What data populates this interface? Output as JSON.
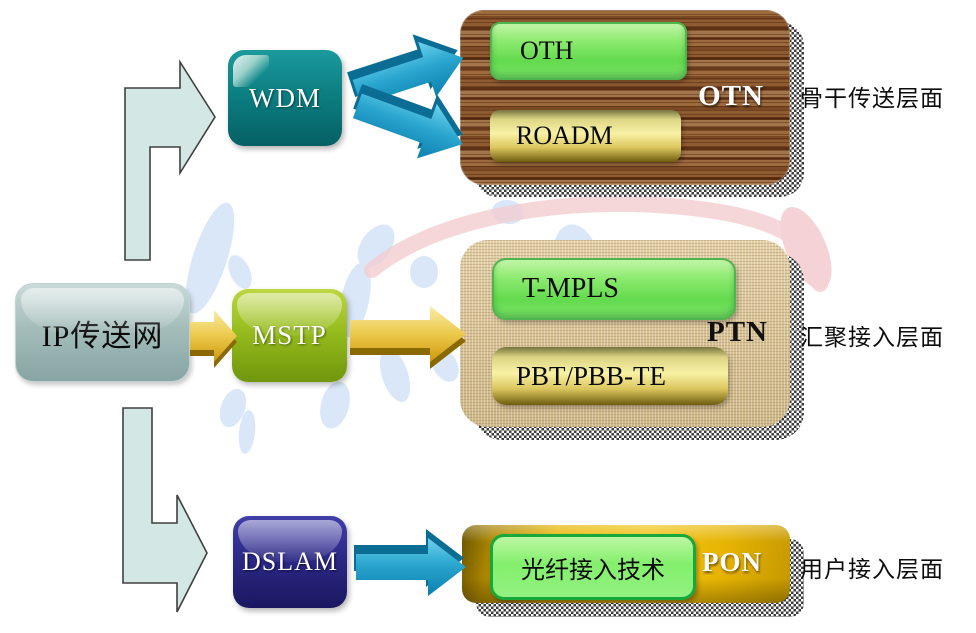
{
  "diagram": {
    "source_label": "IP传送网",
    "layers": [
      {
        "node": "WDM",
        "panel_tag": "OTN",
        "items": [
          "OTH",
          "ROADM"
        ],
        "layer_label": "骨干传送层面"
      },
      {
        "node": "MSTP",
        "panel_tag": "PTN",
        "items": [
          "T-MPLS",
          "PBT/PBB-TE"
        ],
        "layer_label": "汇聚接入层面"
      },
      {
        "node": "DSLAM",
        "panel_tag": "PON",
        "items": [
          "光纤接入技术"
        ],
        "layer_label": "用户接入层面"
      }
    ],
    "colors": {
      "source_box": "#a4bdbb",
      "wdm_box": "#0d8184",
      "mstp_box": "#97bc1e",
      "dslam_box": "#2c2987",
      "wood_panel": "#7b4a24",
      "canvas_panel": "#d7c194",
      "gold_panel": "#e7b501",
      "green_chip": "#8cea6e",
      "gold_chip": "#f8f2a6",
      "blue_arrow": "#1f9cc6",
      "gold_arrow": "#ecc94b",
      "bent_arrow": "#d3e7e4"
    }
  }
}
